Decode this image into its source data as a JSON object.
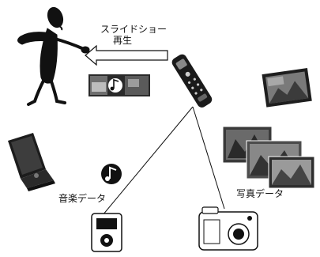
{
  "labels": {
    "slideshow_line1": "スライドショー",
    "slideshow_line2": "再生",
    "music_data": "音楽データ",
    "photo_data": "写真データ"
  },
  "icons": {
    "person": "person-figure-icon",
    "remote": "remote-control-icon",
    "music_note": "music-note-icon",
    "music_player": "music-player-icon",
    "camera": "digital-camera-icon",
    "photo_frame": "digital-photo-frame-icon",
    "laptop": "laptop-icon",
    "photo_stack": "photo-stack-icon",
    "slideshow_thumbnails": "slideshow-thumbnails-icon",
    "arrow": "arrow-left-icon"
  },
  "colors": {
    "ink": "#111111",
    "photo_dark": "#2a2a2a",
    "photo_mid": "#6e6e6e",
    "photo_light": "#bdbdbd"
  }
}
